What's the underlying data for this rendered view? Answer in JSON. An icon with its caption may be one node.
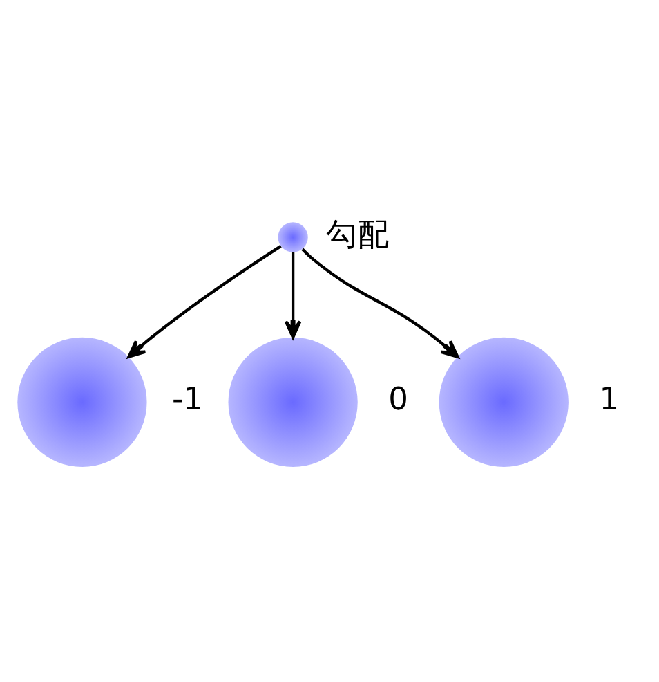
{
  "diagram": {
    "nodes": [
      {
        "text": [],
        "shape": "circle"
      },
      {
        "text": [],
        "shape": "circle",
        "beside": [
          "-1"
        ]
      },
      {
        "text": [],
        "shape": "circle",
        "beside": [
          "0"
        ]
      },
      {
        "text": [],
        "shape": "circle",
        "beside": [
          "1"
        ]
      }
    ],
    "edges": [
      {
        "from": 0,
        "to": 1,
        "arrow": "to"
      },
      {
        "from": 0,
        "to": 2,
        "arrow": "to"
      },
      {
        "from": 0,
        "to": 3,
        "arrow": "to"
      }
    ],
    "labels": [
      "勾配"
    ]
  }
}
